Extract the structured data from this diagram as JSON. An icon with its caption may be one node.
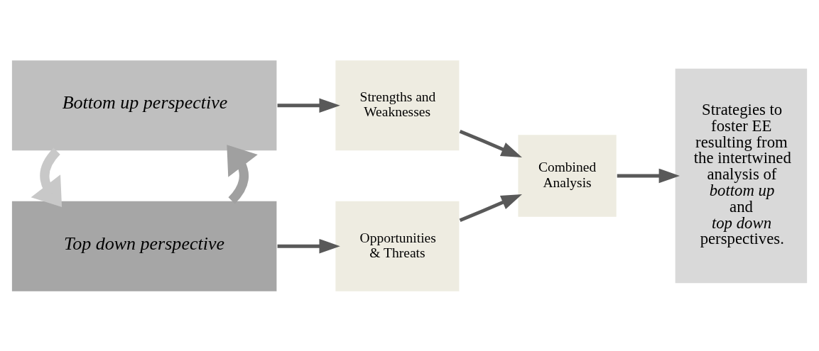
{
  "diagram": {
    "nodes": [
      {
        "text": [
          "Top down perspective"
        ]
      },
      {
        "text": [
          "Bottom up perspective"
        ]
      },
      {
        "text": [
          "Opportunities & Threats"
        ]
      },
      {
        "text": [
          "Strengths and Weaknesses"
        ]
      },
      {
        "text": [
          "Combined Analysis"
        ]
      },
      {
        "text": [
          "Strategies to foster EE resulting from the intertwined analysis of *bottom up* and *top down* perspectives."
        ]
      }
    ],
    "edges": [
      {
        "from": 0,
        "to": 1,
        "arrow": "to",
        "style": "thick",
        "color": "#a0a0a0"
      },
      {
        "from": 1,
        "to": 0,
        "arrow": "to",
        "style": "thick",
        "color": "#c8c8c8"
      },
      {
        "from": 0,
        "to": 2,
        "arrow": "to"
      },
      {
        "from": 1,
        "to": 3,
        "arrow": "to"
      },
      {
        "from": 2,
        "to": 4,
        "arrow": "to"
      },
      {
        "from": 3,
        "to": 4,
        "arrow": "to"
      },
      {
        "from": 4,
        "to": 5,
        "arrow": "to"
      }
    ]
  }
}
